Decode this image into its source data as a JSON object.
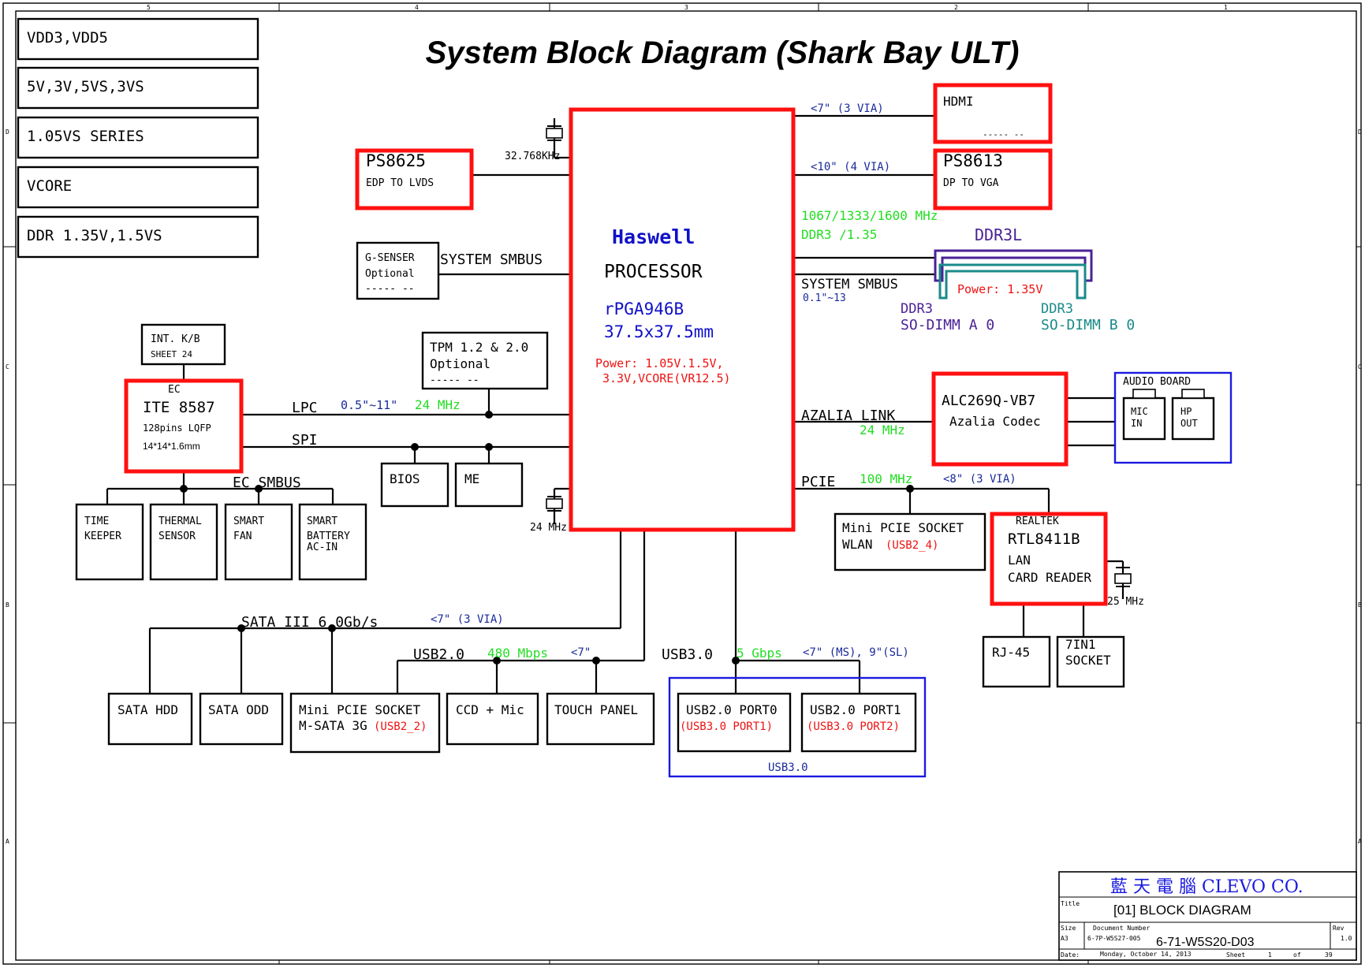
{
  "title": "System Block Diagram (Shark Bay ULT)",
  "border": {
    "columns": [
      "5",
      "4",
      "3",
      "2",
      "1"
    ],
    "rows": [
      "D",
      "C",
      "B",
      "A"
    ]
  },
  "power_rails": [
    "VDD3,VDD5",
    "5V,3V,5VS,3VS",
    "1.05VS SERIES",
    "VCORE",
    "DDR 1.35V,1.5VS"
  ],
  "processor": {
    "name": "Haswell",
    "type": "PROCESSOR",
    "package": "rPGA946B",
    "size": "37.5x37.5mm",
    "power1": "Power: 1.05V.1.5V,",
    "power2": "3.3V,VCORE(VR12.5)"
  },
  "crystal_top": "32.768KHz",
  "crystal_bottom": "24 MHz",
  "ps8625": {
    "name": "PS8625",
    "desc": "EDP TO LVDS"
  },
  "gsensor": {
    "line1": "G-SENSER",
    "line2": "Optional",
    "dash": "----- --"
  },
  "system_smbus_left": "SYSTEM SMBUS",
  "tpm": {
    "line1": "TPM 1.2 & 2.0",
    "line2": "Optional",
    "dash": "----- --"
  },
  "kb": {
    "line1": "INT. K/B",
    "line2": "SHEET 24"
  },
  "ec": {
    "label": "EC",
    "name": "ITE 8587",
    "pkg": "128pins LQFP",
    "size": "14*14*1.6mm"
  },
  "lpc": {
    "label": "LPC",
    "len": "0.5\"~11\"",
    "freq": "24 MHz"
  },
  "spi": "SPI",
  "bios": "BIOS",
  "me": "ME",
  "ec_smbus": "EC SMBUS",
  "ec_devices": [
    {
      "l1": "TIME",
      "l2": "KEEPER",
      "l3": ""
    },
    {
      "l1": "THERMAL",
      "l2": "SENSOR",
      "l3": ""
    },
    {
      "l1": "SMART",
      "l2": "FAN",
      "l3": ""
    },
    {
      "l1": "SMART",
      "l2": "BATTERY",
      "l3": "AC-IN"
    }
  ],
  "hdmi": {
    "name": "HDMI",
    "route": "<7\" (3 VIA)",
    "dash": "----- --"
  },
  "ps8613": {
    "name": "PS8613",
    "desc": "DP TO VGA",
    "route": "<10\" (4 VIA)"
  },
  "ddr": {
    "speed": "1067/1333/1600 MHz",
    "volt": "DDR3 /1.35",
    "title": "DDR3L",
    "power": "Power: 1.35V",
    "smbus": "SYSTEM SMBUS",
    "smbus_len": "0.1\"~13",
    "a_l1": "DDR3",
    "a_l2": "SO-DIMM A 0",
    "b_l1": "DDR3",
    "b_l2": "SO-DIMM B 0"
  },
  "azalia": {
    "label": "AZALIA LINK",
    "freq": "24 MHz"
  },
  "codec": {
    "name": "ALC269Q-VB7",
    "desc": "Azalia Codec"
  },
  "audio_board": {
    "title": "AUDIO BOARD",
    "mic1": "MIC",
    "mic2": "IN",
    "hp1": "HP",
    "hp2": "OUT"
  },
  "pcie": {
    "label": "PCIE",
    "freq": "100 MHz",
    "route": "<8\" (3 VIA)"
  },
  "wlan": {
    "l1": "Mini PCIE SOCKET",
    "l2": "WLAN",
    "usb": "(USB2_4)"
  },
  "lan": {
    "vendor": "REALTEK",
    "name": "RTL8411B",
    "l1": "LAN",
    "l2": "CARD READER",
    "crystal": "25 MHz"
  },
  "rj45": "RJ-45",
  "socket7": {
    "l1": "7IN1",
    "l2": "SOCKET"
  },
  "sata": {
    "label": "SATA III 6.0Gb/s",
    "route": "<7\" (3 VIA)"
  },
  "sata_hdd": "SATA HDD",
  "sata_odd": "SATA ODD",
  "msata": {
    "l1": "Mini PCIE SOCKET",
    "l2": "M-SATA 3G",
    "usb": "(USB2_2)"
  },
  "usb2": {
    "label": "USB2.0",
    "speed": "480 Mbps",
    "route": "<7\""
  },
  "ccd": "CCD + Mic",
  "touch": "TOUCH PANEL",
  "usb3": {
    "label": "USB3.0",
    "speed": "5 Gbps",
    "route": "<7\" (MS), 9\"(SL)",
    "group": "USB3.0"
  },
  "port0": {
    "l1": "USB2.0 PORT0",
    "l2": "(USB3.0 PORT1)"
  },
  "port1": {
    "l1": "USB2.0 PORT1",
    "l2": "(USB3.0 PORT2)"
  },
  "titleblock": {
    "company": "藍 天 電 腦  CLEVO CO.",
    "title_label": "Title",
    "title": "[01] BLOCK DIAGRAM",
    "size_label": "Size",
    "size": "A3",
    "docnum_label": "Document Number",
    "docnum_small": "6-7P-W5S27-005",
    "docnum": "6-71-W5S20-D03",
    "rev_label": "Rev",
    "rev": "1.0",
    "date_label": "Date:",
    "date": "Monday, October 14, 2013",
    "sheet_label": "Sheet",
    "sheet": "1",
    "of_label": "of",
    "sheets": "39"
  }
}
